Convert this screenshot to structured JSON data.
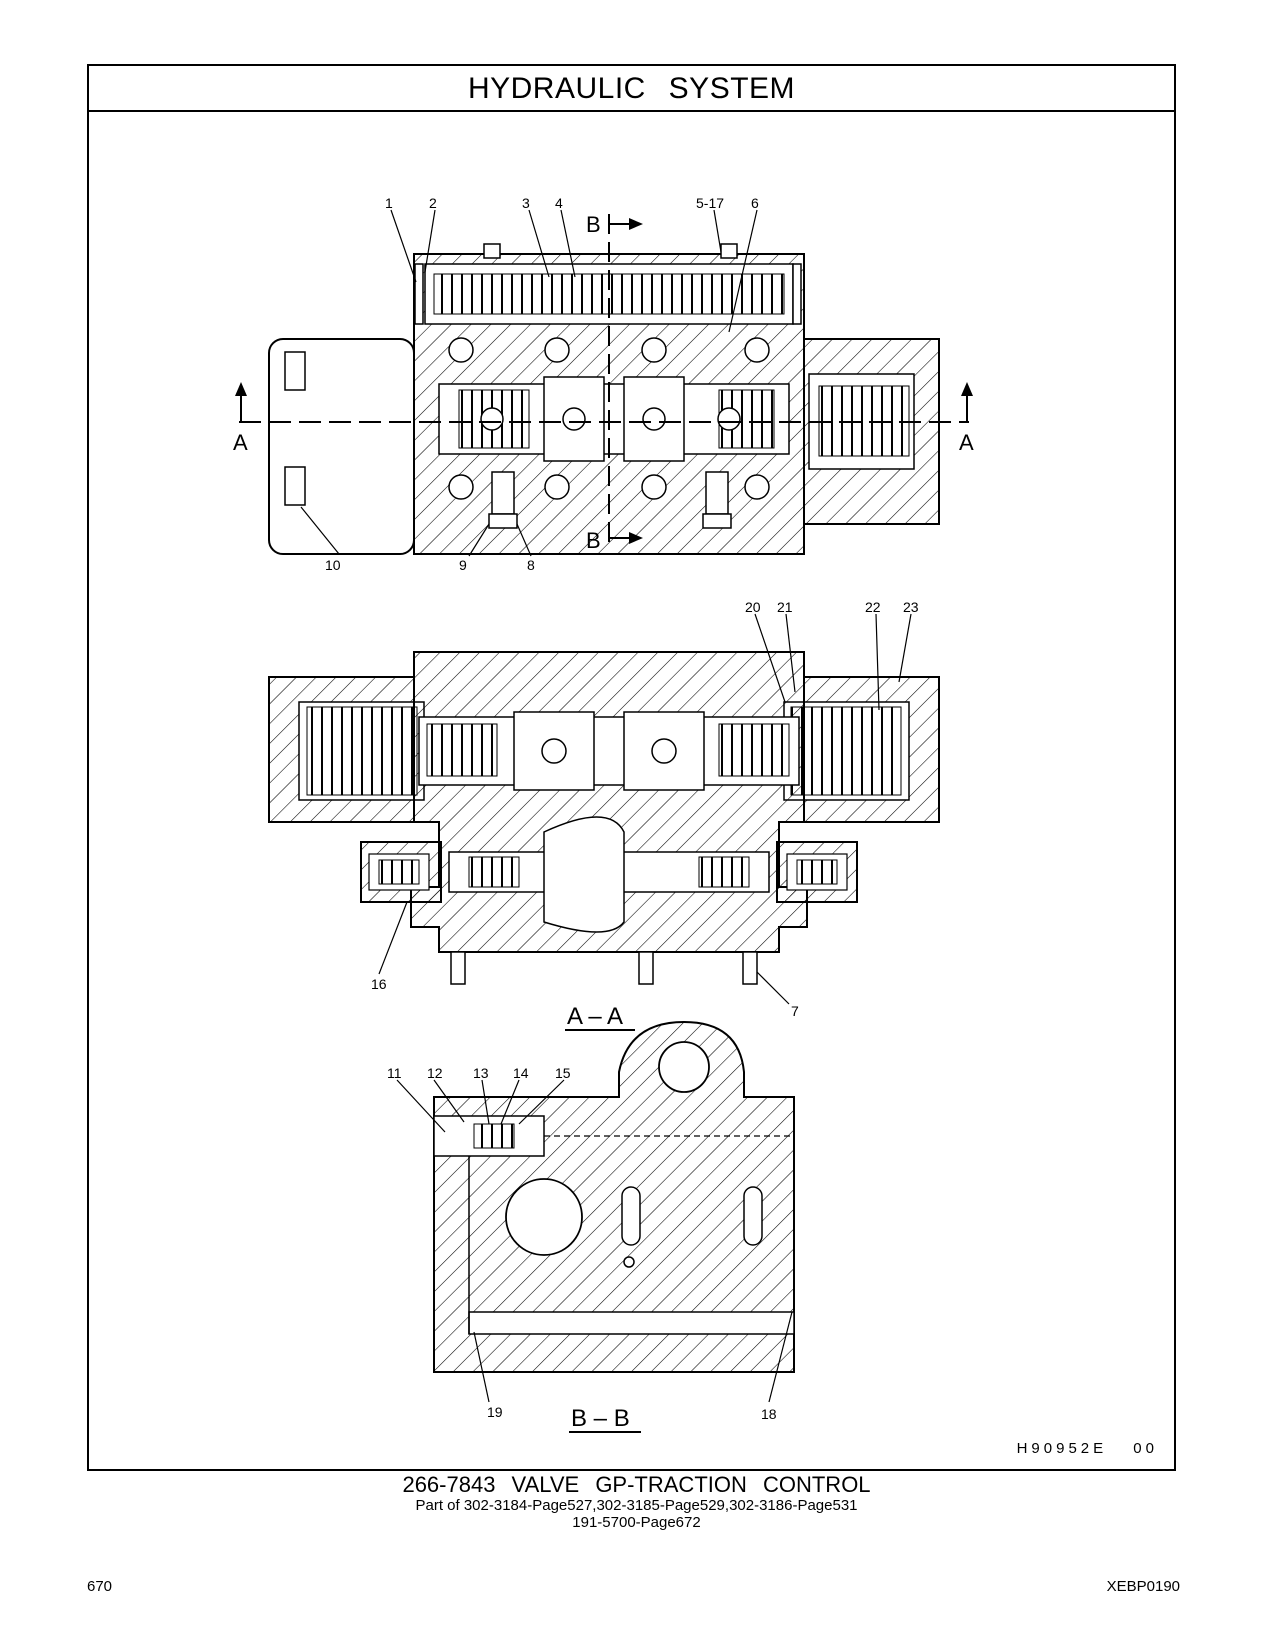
{
  "header": {
    "title": "HYDRAULIC   SYSTEM"
  },
  "callouts": {
    "top_view": [
      "1",
      "2",
      "3",
      "4",
      "5-17",
      "6",
      "10",
      "9",
      "8"
    ],
    "aa_view": [
      "20",
      "21",
      "22",
      "23",
      "16",
      "7"
    ],
    "bb_view": [
      "11",
      "12",
      "13",
      "14",
      "15",
      "19",
      "18"
    ]
  },
  "section_marks": {
    "b": "B",
    "a": "A"
  },
  "section_labels": {
    "aa": "A – A",
    "bb": "B – B"
  },
  "illustration_code": "H90952E   00",
  "caption": {
    "title": "266-7843   VALVE   GP-TRACTION   CONTROL",
    "line1": "Part of 302-3184-Page527,302-3185-Page529,302-3186-Page531",
    "line2": "191-5700-Page672"
  },
  "footer": {
    "page_number": "670",
    "doc_code": "XEBP0190"
  }
}
